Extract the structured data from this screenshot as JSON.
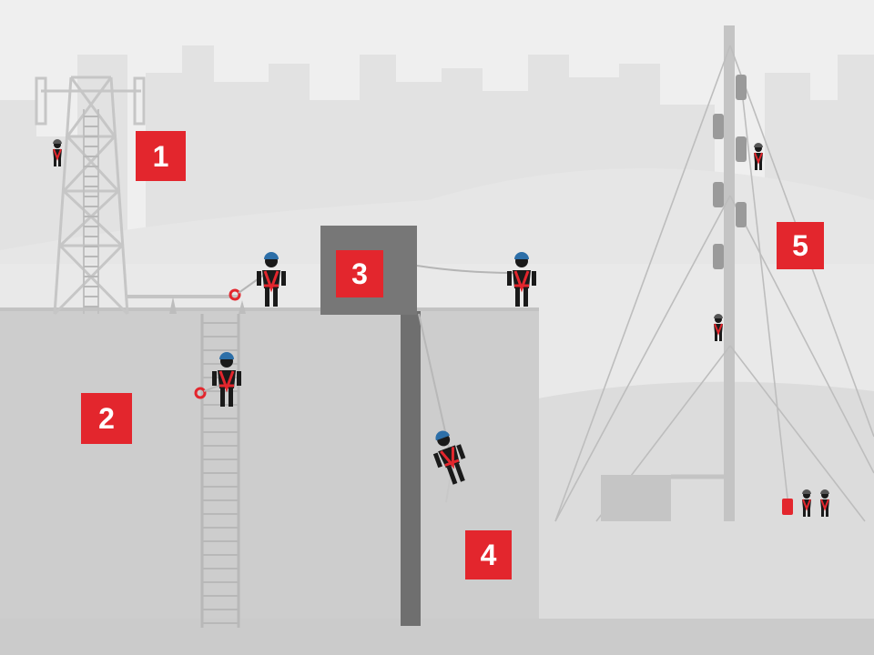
{
  "badges": [
    {
      "id": "zone-1",
      "label": "1"
    },
    {
      "id": "zone-2",
      "label": "2"
    },
    {
      "id": "zone-3",
      "label": "3"
    },
    {
      "id": "zone-4",
      "label": "4"
    },
    {
      "id": "zone-5",
      "label": "5"
    }
  ],
  "colors": {
    "badge": "#e3262d",
    "harness": "#e3262d",
    "helmet": "#2d6fa8",
    "worker": "#1a1a1a",
    "skyline": "#e2e2e2",
    "building": "#cdcdcd",
    "structure": "#8a8a8a"
  }
}
